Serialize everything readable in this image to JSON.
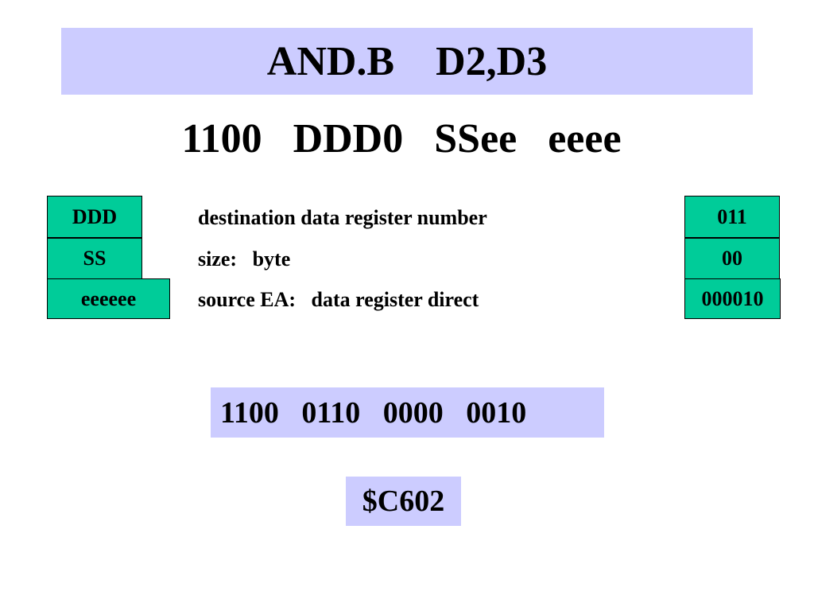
{
  "title": "AND.B    D2,D3",
  "format_line": "1100   DDD0   SSee   eeee",
  "fields": [
    {
      "name": "DDD",
      "description": "destination data register number",
      "value": "011"
    },
    {
      "name": "SS",
      "description": "size:   byte",
      "value": "00"
    },
    {
      "name": "eeeeee",
      "description": "source EA:   data register direct",
      "value": "000010"
    }
  ],
  "binary_result": "1100   0110   0000   0010",
  "hex_result": "$C602",
  "colors": {
    "title_background": "#ccccff",
    "field_box": "#00cc99",
    "result_background": "#ccccff"
  }
}
